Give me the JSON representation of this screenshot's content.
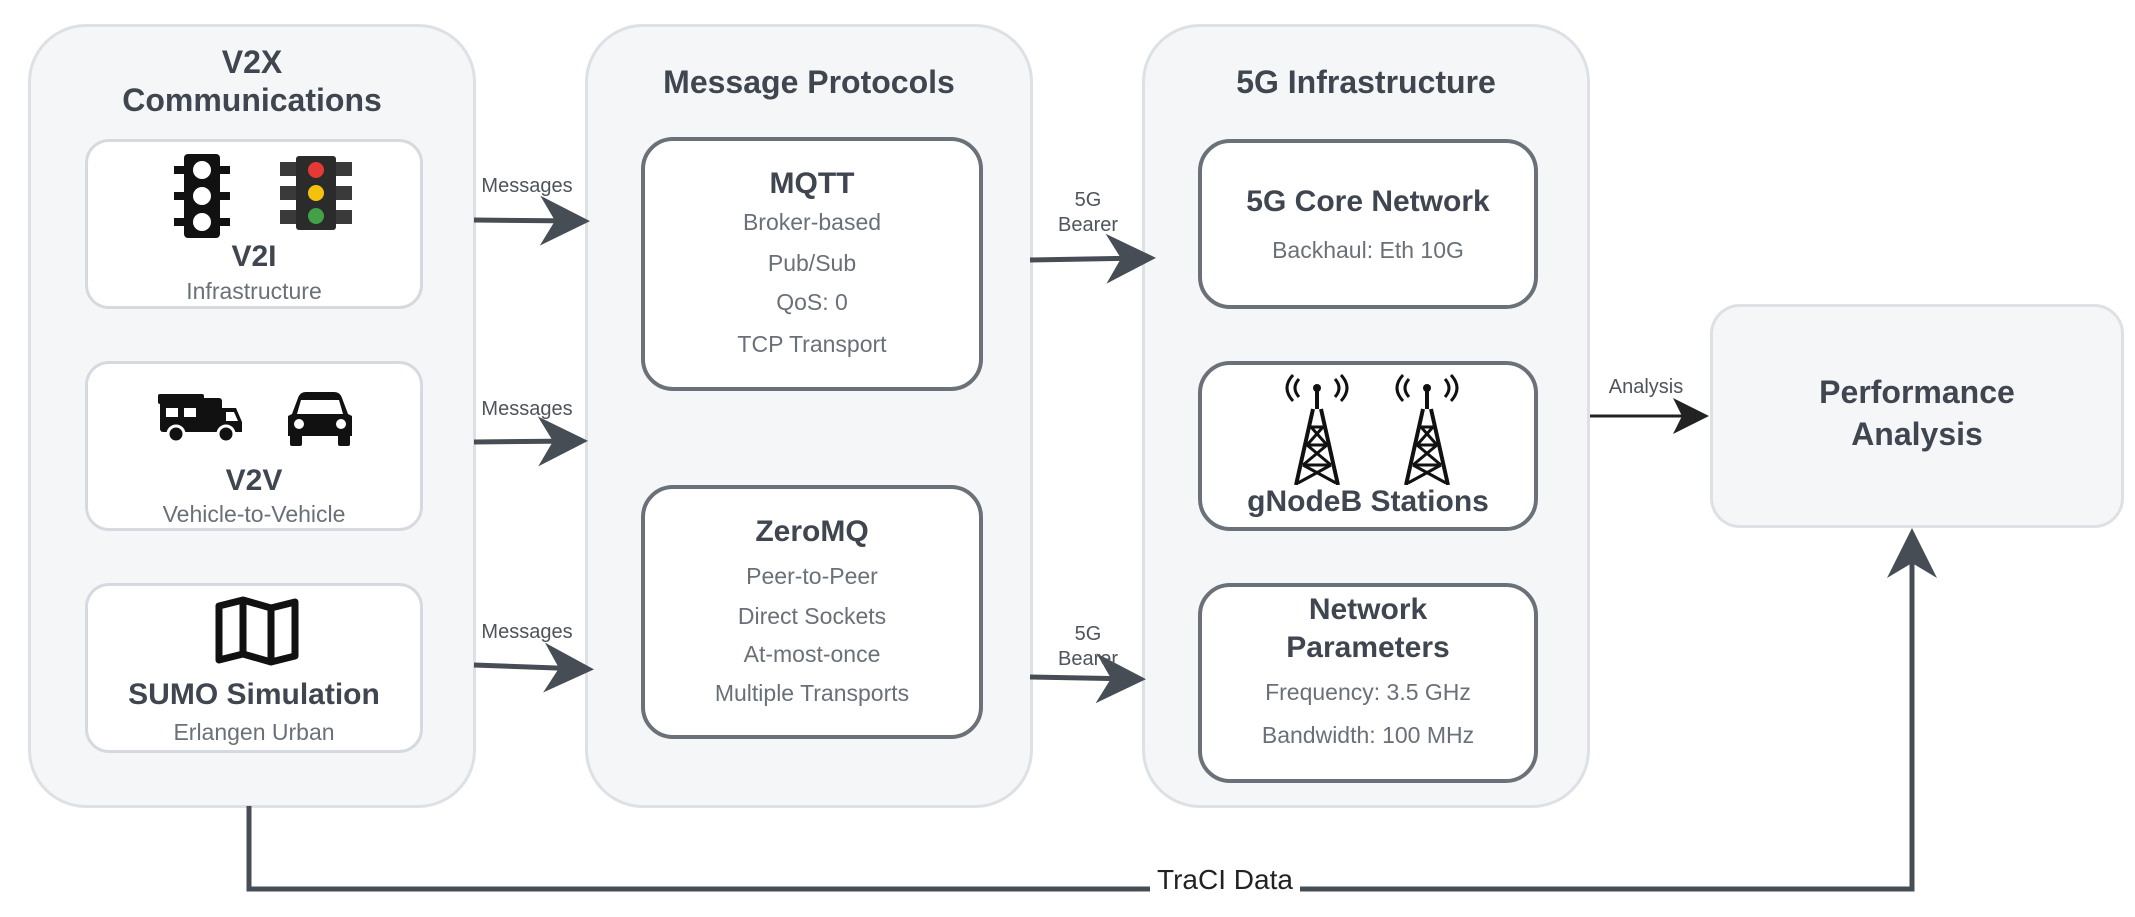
{
  "v2x": {
    "title": "V2X Communications",
    "v2i": {
      "title": "V2I",
      "subtitle": "Infrastructure"
    },
    "v2v": {
      "title": "V2V",
      "subtitle": "Vehicle-to-Vehicle"
    },
    "sumo": {
      "title": "SUMO Simulation",
      "subtitle": "Erlangen Urban"
    }
  },
  "protocols": {
    "title": "Message Protocols",
    "mqtt": {
      "title": "MQTT",
      "lines": [
        "Broker-based",
        "Pub/Sub",
        "QoS: 0",
        "TCP Transport"
      ]
    },
    "zeromq": {
      "title": "ZeroMQ",
      "lines": [
        "Peer-to-Peer",
        "Direct Sockets",
        "At-most-once",
        "Multiple Transports"
      ]
    }
  },
  "infra": {
    "title": "5G Infrastructure",
    "core": {
      "title": "5G Core Network",
      "subtitle": "Backhaul: Eth 10G"
    },
    "gnb": {
      "title": "gNodeB Stations"
    },
    "params": {
      "title": "Network Parameters",
      "lines": [
        "Frequency: 3.5 GHz",
        "Bandwidth: 100 MHz"
      ]
    }
  },
  "analysis": {
    "title": "Performance Analysis"
  },
  "edges": {
    "messages1": "Messages",
    "messages2": "Messages",
    "messages3": "Messages",
    "bearer1": "5G Bearer",
    "bearer2": "5G Bearer",
    "analysis": "Analysis",
    "traci": "TraCI Data"
  },
  "colors": {
    "arrow": "#474d55",
    "group_fill": "#f5f6f8",
    "group_border": "#dde1e6",
    "card_border_dark": "#6b7178",
    "card_border_light": "#d6dae0",
    "signal_red": "#e53935",
    "signal_yellow": "#f4c20d",
    "signal_green": "#43a047"
  },
  "icons": [
    "traffic-light-icon",
    "traffic-light-color-icon",
    "rv-icon",
    "car-icon",
    "map-icon",
    "antenna-tower-icon"
  ]
}
